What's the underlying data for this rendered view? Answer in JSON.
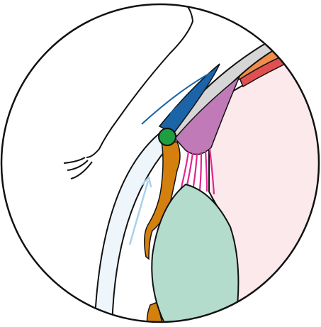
{
  "diagram": {
    "kind": "anatomical-schematic",
    "labels": [],
    "colors": {
      "background": "#ffffff",
      "outline": "#111111",
      "inner_region": "#fce9ec",
      "lens_body": "#b3dccc",
      "orange_structure": "#d4800e",
      "purple_structure": "#c07ab8",
      "magenta_fibers": "#e0268f",
      "green_node": "#1f9e3f",
      "blue_wedge": "#1b64a8",
      "grey_band": "#d6d6d6",
      "orange_band": "#ee8e4a",
      "red_band": "#e05050",
      "light_blue_band": "#eef6fb",
      "arrow": "#a8d2ec"
    },
    "icons": {
      "arrow": "up-arrow",
      "instrument": "probe-tip"
    }
  }
}
